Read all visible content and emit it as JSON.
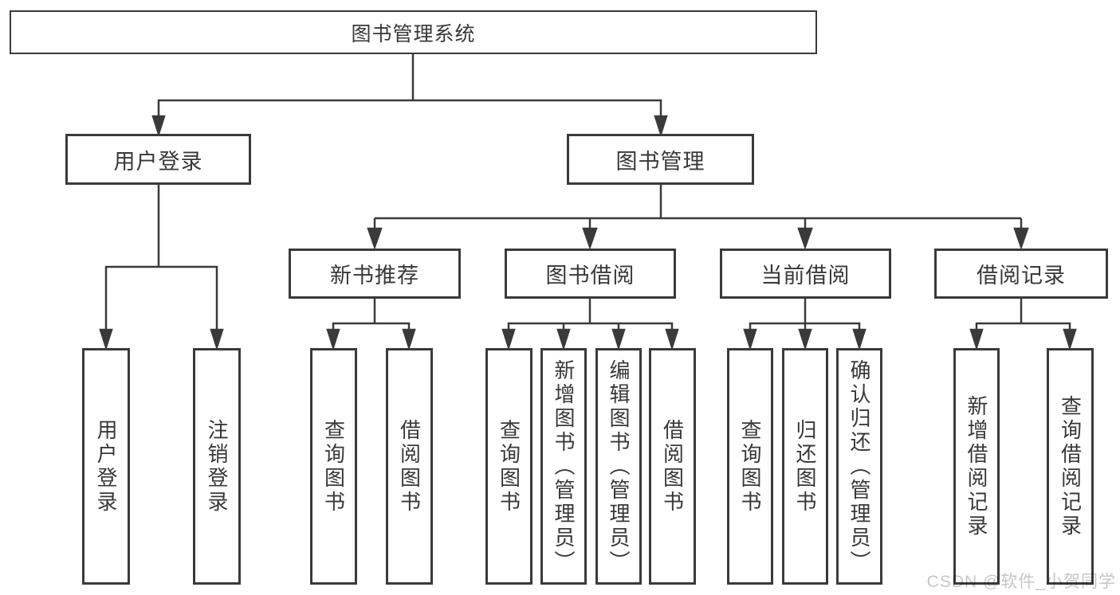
{
  "diagram_title": "图书管理系统",
  "tree": {
    "root": {
      "label": "图书管理系统"
    },
    "branches": [
      {
        "label": "用户登录",
        "children": [
          {
            "label": "用户登录"
          },
          {
            "label": "注销登录"
          }
        ]
      },
      {
        "label": "图书管理",
        "sections": [
          {
            "label": "新书推荐",
            "children": [
              {
                "label": "查询图书"
              },
              {
                "label": "借阅图书"
              }
            ]
          },
          {
            "label": "图书借阅",
            "children": [
              {
                "label": "查询图书"
              },
              {
                "label": "新增图书（管理员）"
              },
              {
                "label": "编辑图书（管理员）"
              },
              {
                "label": "借阅图书"
              }
            ]
          },
          {
            "label": "当前借阅",
            "children": [
              {
                "label": "查询图书"
              },
              {
                "label": "归还图书"
              },
              {
                "label": "确认归还（管理员）"
              }
            ]
          },
          {
            "label": "借阅记录",
            "children": [
              {
                "label": "新增借阅记录"
              },
              {
                "label": "查询借阅记录"
              }
            ]
          }
        ]
      }
    ]
  },
  "watermark": {
    "text": "CSDN @软件_小贺同学"
  },
  "colors": {
    "line": "#3a3a3a",
    "text": "#383838",
    "background": "#ffffff",
    "watermark": "#c6c6c6"
  }
}
